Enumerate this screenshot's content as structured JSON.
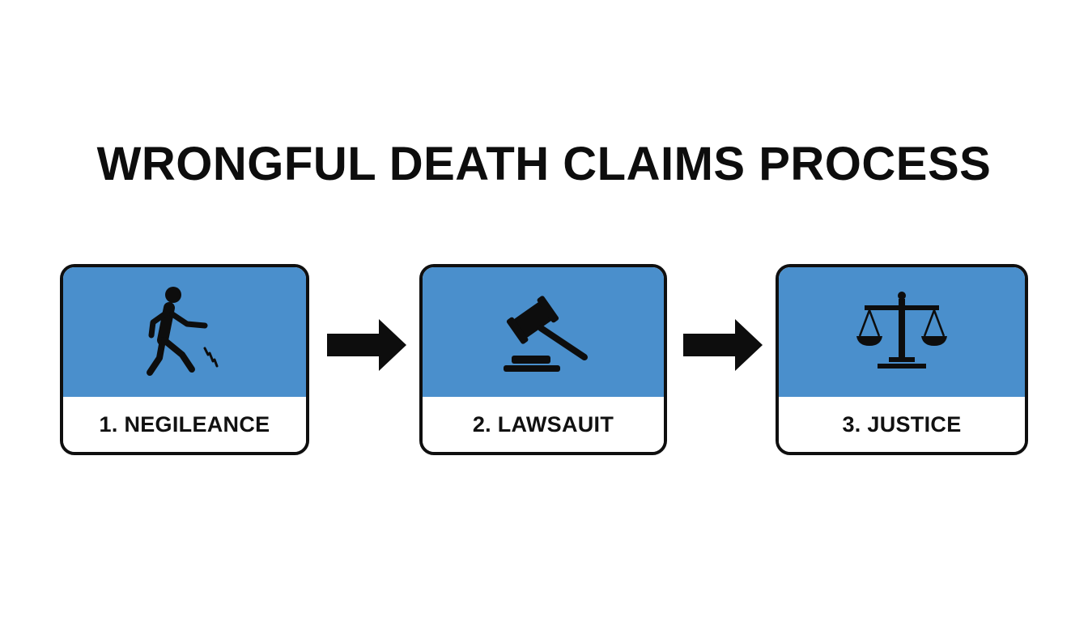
{
  "title": "WRONGFUL DEATH CLAIMS PROCESS",
  "colors": {
    "box_fill": "#4a8fcc",
    "box_border": "#0f0f0f",
    "label_bg": "#ffffff",
    "icon": "#0d0d0d",
    "arrow": "#0d0d0d"
  },
  "steps": [
    {
      "label": "1. NEGILEANCE",
      "icon": "person-slipping-icon"
    },
    {
      "label": "2. LAWSAUIT",
      "icon": "gavel-icon"
    },
    {
      "label": "3. JUSTICE",
      "icon": "scales-of-justice-icon"
    }
  ],
  "connectors": [
    "arrow-right-icon",
    "arrow-right-icon"
  ]
}
